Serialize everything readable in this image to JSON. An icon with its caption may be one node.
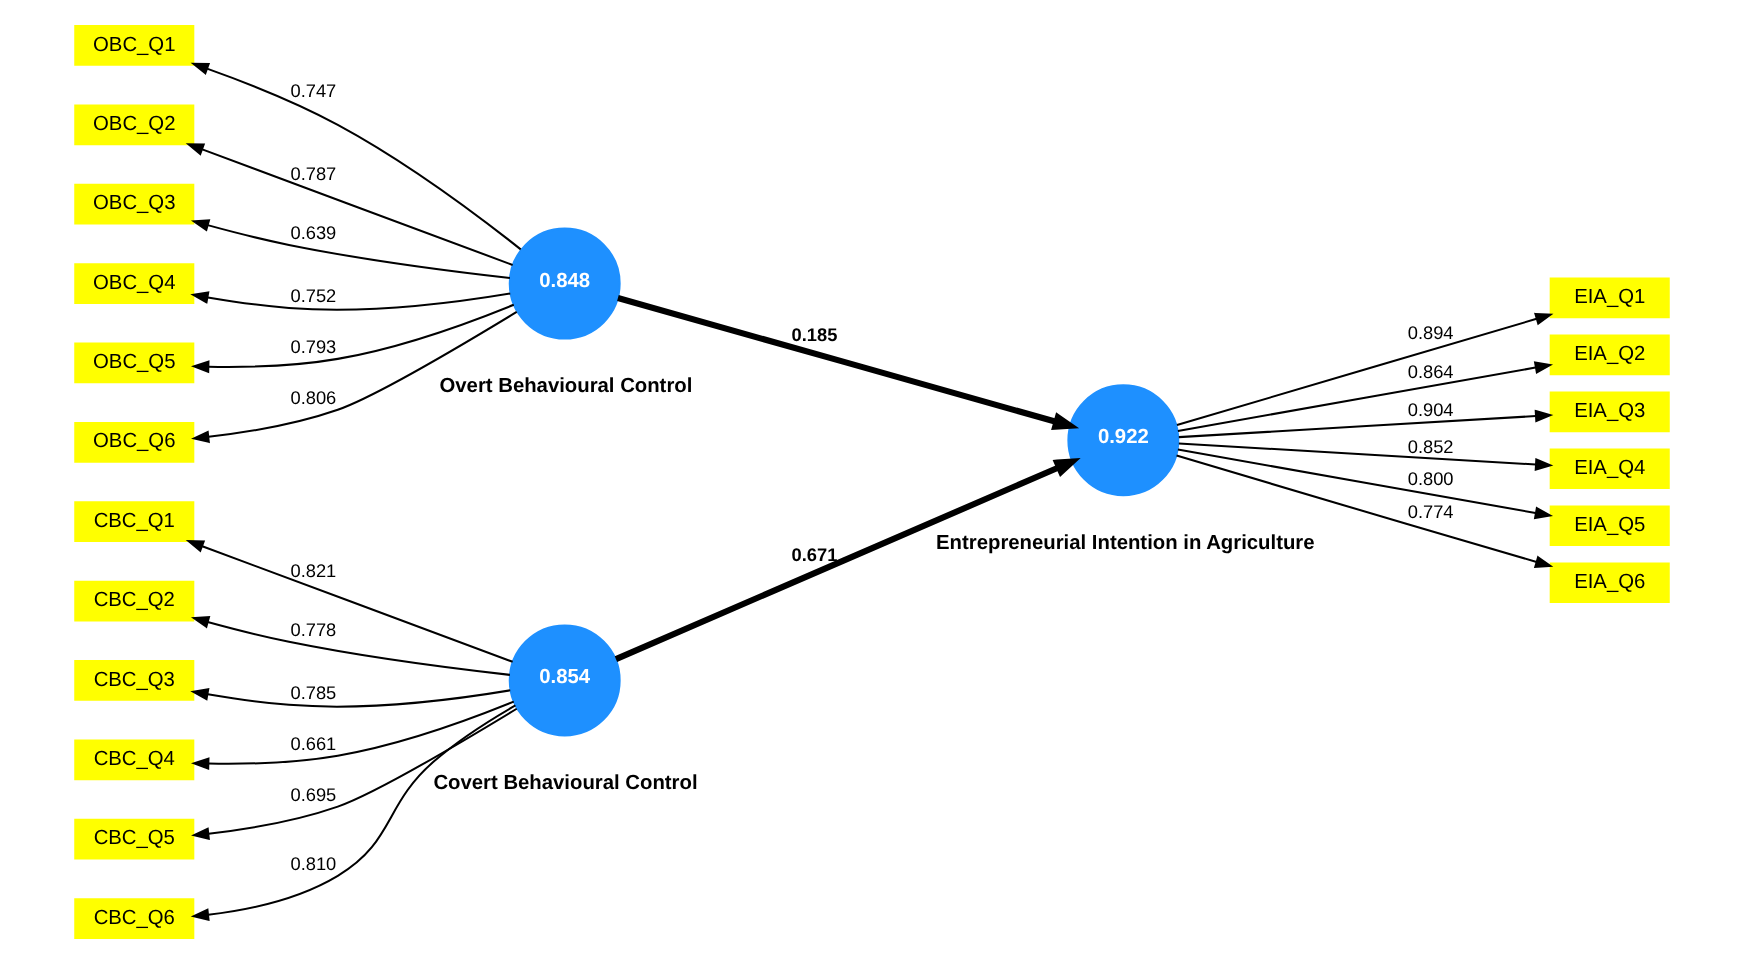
{
  "diagram": {
    "nodes": [
      {
        "text": [
          "0.854"
        ],
        "beside": [
          "Covert Behavioural Control"
        ]
      },
      {
        "text": [
          "0.848"
        ],
        "beside": [
          "Overt Behavioural Control"
        ]
      },
      {
        "text": [
          "0.922"
        ],
        "beside": [
          "Entrepreneurial Intention in Agriculture"
        ]
      },
      {
        "text": [
          "CBC_Q1"
        ]
      },
      {
        "text": [
          "CBC_Q2"
        ]
      },
      {
        "text": [
          "CBC_Q3"
        ]
      },
      {
        "text": [
          "CBC_Q4"
        ]
      },
      {
        "text": [
          "CBC_Q5"
        ]
      },
      {
        "text": [
          "CBC_Q6"
        ]
      },
      {
        "text": [
          "OBC_Q1"
        ]
      },
      {
        "text": [
          "OBC_Q2"
        ]
      },
      {
        "text": [
          "OBC_Q3"
        ]
      },
      {
        "text": [
          "OBC_Q4"
        ]
      },
      {
        "text": [
          "OBC_Q5"
        ]
      },
      {
        "text": [
          "OBC_Q6"
        ]
      },
      {
        "text": [
          "EIA_Q1"
        ]
      },
      {
        "text": [
          "EIA_Q2"
        ]
      },
      {
        "text": [
          "EIA_Q3"
        ]
      },
      {
        "text": [
          "EIA_Q4"
        ]
      },
      {
        "text": [
          "EIA_Q5"
        ]
      },
      {
        "text": [
          "EIA_Q6"
        ]
      }
    ],
    "edges": [
      {
        "from": 0,
        "to": 3,
        "arrow": "to",
        "label": "0.821"
      },
      {
        "from": 0,
        "to": 4,
        "arrow": "to",
        "label": "0.778"
      },
      {
        "from": 0,
        "to": 5,
        "arrow": "to",
        "label": "0.785"
      },
      {
        "from": 0,
        "to": 6,
        "arrow": "to",
        "label": "0.661"
      },
      {
        "from": 0,
        "to": 7,
        "arrow": "to",
        "label": "0.695"
      },
      {
        "from": 0,
        "to": 8,
        "arrow": "to",
        "label": "0.810"
      },
      {
        "from": 1,
        "to": 9,
        "arrow": "to",
        "label": "0.747"
      },
      {
        "from": 1,
        "to": 10,
        "arrow": "to",
        "label": "0.787"
      },
      {
        "from": 1,
        "to": 11,
        "arrow": "to",
        "label": "0.639"
      },
      {
        "from": 1,
        "to": 12,
        "arrow": "to",
        "label": "0.752"
      },
      {
        "from": 1,
        "to": 13,
        "arrow": "to",
        "label": "0.793"
      },
      {
        "from": 1,
        "to": 14,
        "arrow": "to",
        "label": "0.806"
      },
      {
        "from": 0,
        "to": 2,
        "arrow": "to",
        "label": "0.671",
        "style": "thick"
      },
      {
        "from": 1,
        "to": 2,
        "arrow": "to",
        "label": "0.185",
        "style": "thick"
      },
      {
        "from": 2,
        "to": 15,
        "arrow": "to",
        "label": "0.894"
      },
      {
        "from": 2,
        "to": 16,
        "arrow": "to",
        "label": "0.864"
      },
      {
        "from": 2,
        "to": 17,
        "arrow": "to",
        "label": "0.904"
      },
      {
        "from": 2,
        "to": 18,
        "arrow": "to",
        "label": "0.852"
      },
      {
        "from": 2,
        "to": 19,
        "arrow": "to",
        "label": "0.800"
      },
      {
        "from": 2,
        "to": 20,
        "arrow": "to",
        "label": "0.774"
      }
    ]
  }
}
